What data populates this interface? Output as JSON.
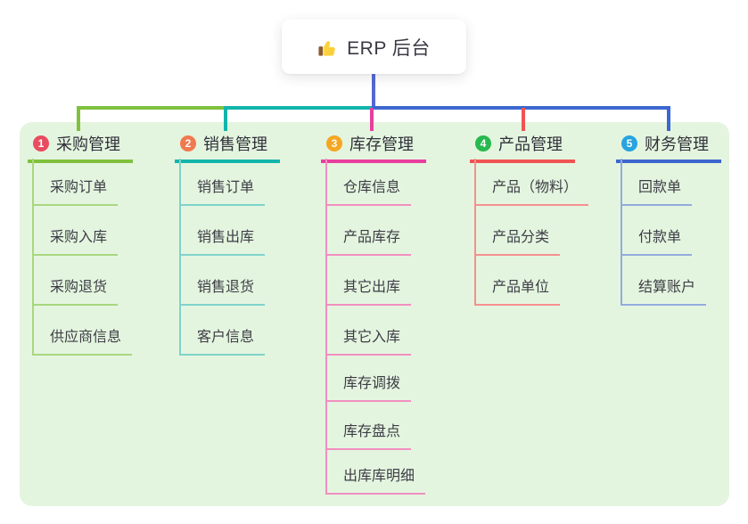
{
  "root": {
    "title": "ERP 后台",
    "icon": "thumbs-up-icon"
  },
  "colors": {
    "page_bg": "#ffffff",
    "panel_bg": "#e4f5df",
    "root_line": "#5667d5",
    "card_bg": "#ffffff",
    "title_text": "#30303a",
    "child_text": "#3d3d46"
  },
  "branches": [
    {
      "badge": "1",
      "label": "采购管理",
      "line_color": "#7fc13d",
      "child_line_color": "#a9d77f",
      "badge_color": "#e94b60",
      "children": [
        "采购订单",
        "采购入库",
        "采购退货",
        "供应商信息"
      ]
    },
    {
      "badge": "2",
      "label": "销售管理",
      "line_color": "#13b5ab",
      "child_line_color": "#7fd3cb",
      "badge_color": "#f07950",
      "children": [
        "销售订单",
        "销售出库",
        "销售退货",
        "客户信息"
      ]
    },
    {
      "badge": "3",
      "label": "库存管理",
      "line_color": "#e83f9e",
      "child_line_color": "#f18fc0",
      "badge_color": "#f5a623",
      "children": [
        "仓库信息",
        "产品库存",
        "其它出库",
        "其它入库",
        "库存调拨",
        "库存盘点",
        "出库库明细"
      ]
    },
    {
      "badge": "4",
      "label": "产品管理",
      "line_color": "#f15353",
      "child_line_color": "#f69090",
      "badge_color": "#27b94e",
      "children": [
        "产品（物料）",
        "产品分类",
        "产品单位"
      ]
    },
    {
      "badge": "5",
      "label": "财务管理",
      "line_color": "#3c67cf",
      "child_line_color": "#93abdd",
      "badge_color": "#27a4e0",
      "children": [
        "回款单",
        "付款单",
        "结算账户"
      ]
    }
  ]
}
